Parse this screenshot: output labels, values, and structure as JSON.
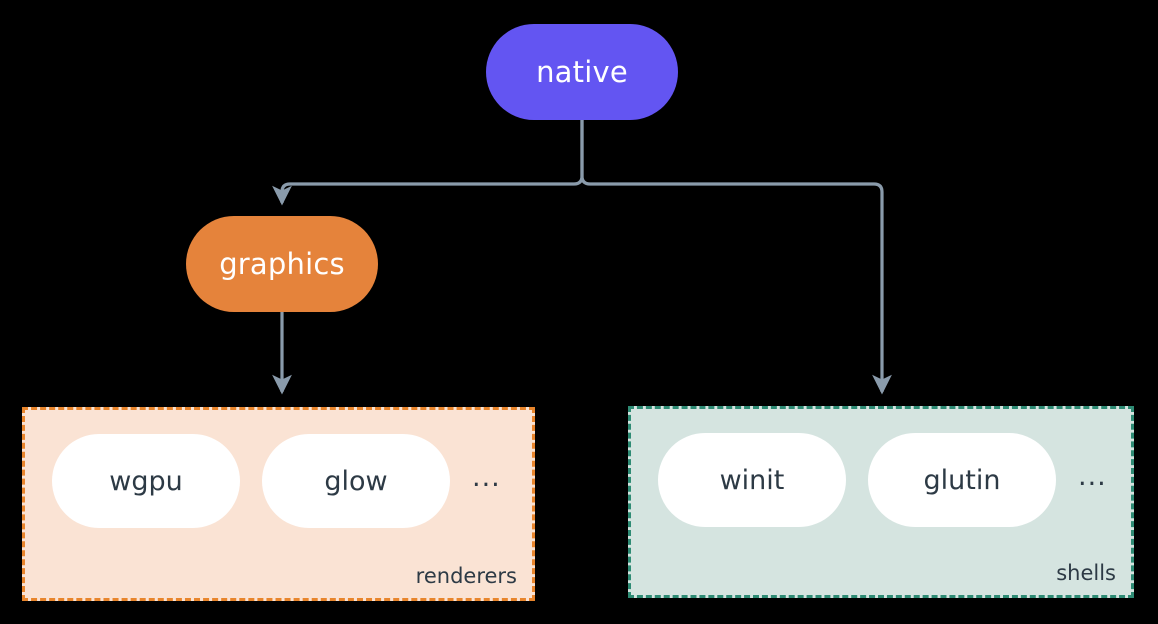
{
  "diagram": {
    "title": "native",
    "background_color": "#000000",
    "nodes": [
      {
        "id": "native",
        "label": "native",
        "color": "#6355F2",
        "text_color": "#FFFFFF",
        "shape": "rounded-pill"
      },
      {
        "id": "graphics",
        "label": "graphics",
        "color": "#E5833B",
        "text_color": "#FFFFFF",
        "shape": "rounded-pill"
      }
    ],
    "groups": [
      {
        "id": "renderers",
        "label": "renderers",
        "fill_color": "#FAE3D4",
        "border_color": "#E8852C",
        "border_style": "dashed",
        "items": [
          {
            "label": "wgpu"
          },
          {
            "label": "glow"
          }
        ],
        "overflow_indicator": "..."
      },
      {
        "id": "shells",
        "label": "shells",
        "fill_color": "#D5E4E0",
        "border_color": "#2E8B74",
        "border_style": "dashed",
        "items": [
          {
            "label": "winit"
          },
          {
            "label": "glutin"
          }
        ],
        "overflow_indicator": "..."
      }
    ],
    "edges": [
      {
        "from": "native",
        "to": "graphics",
        "style": "elbow-arrow",
        "color": "#8A9BAB"
      },
      {
        "from": "native",
        "to": "shells",
        "style": "elbow-arrow",
        "color": "#8A9BAB"
      },
      {
        "from": "graphics",
        "to": "renderers",
        "style": "straight-arrow",
        "color": "#8A9BAB"
      }
    ],
    "edge_color": "#8A9BAB",
    "item_pill_color": "#FFFFFF",
    "item_text_color": "#2D3A45"
  }
}
